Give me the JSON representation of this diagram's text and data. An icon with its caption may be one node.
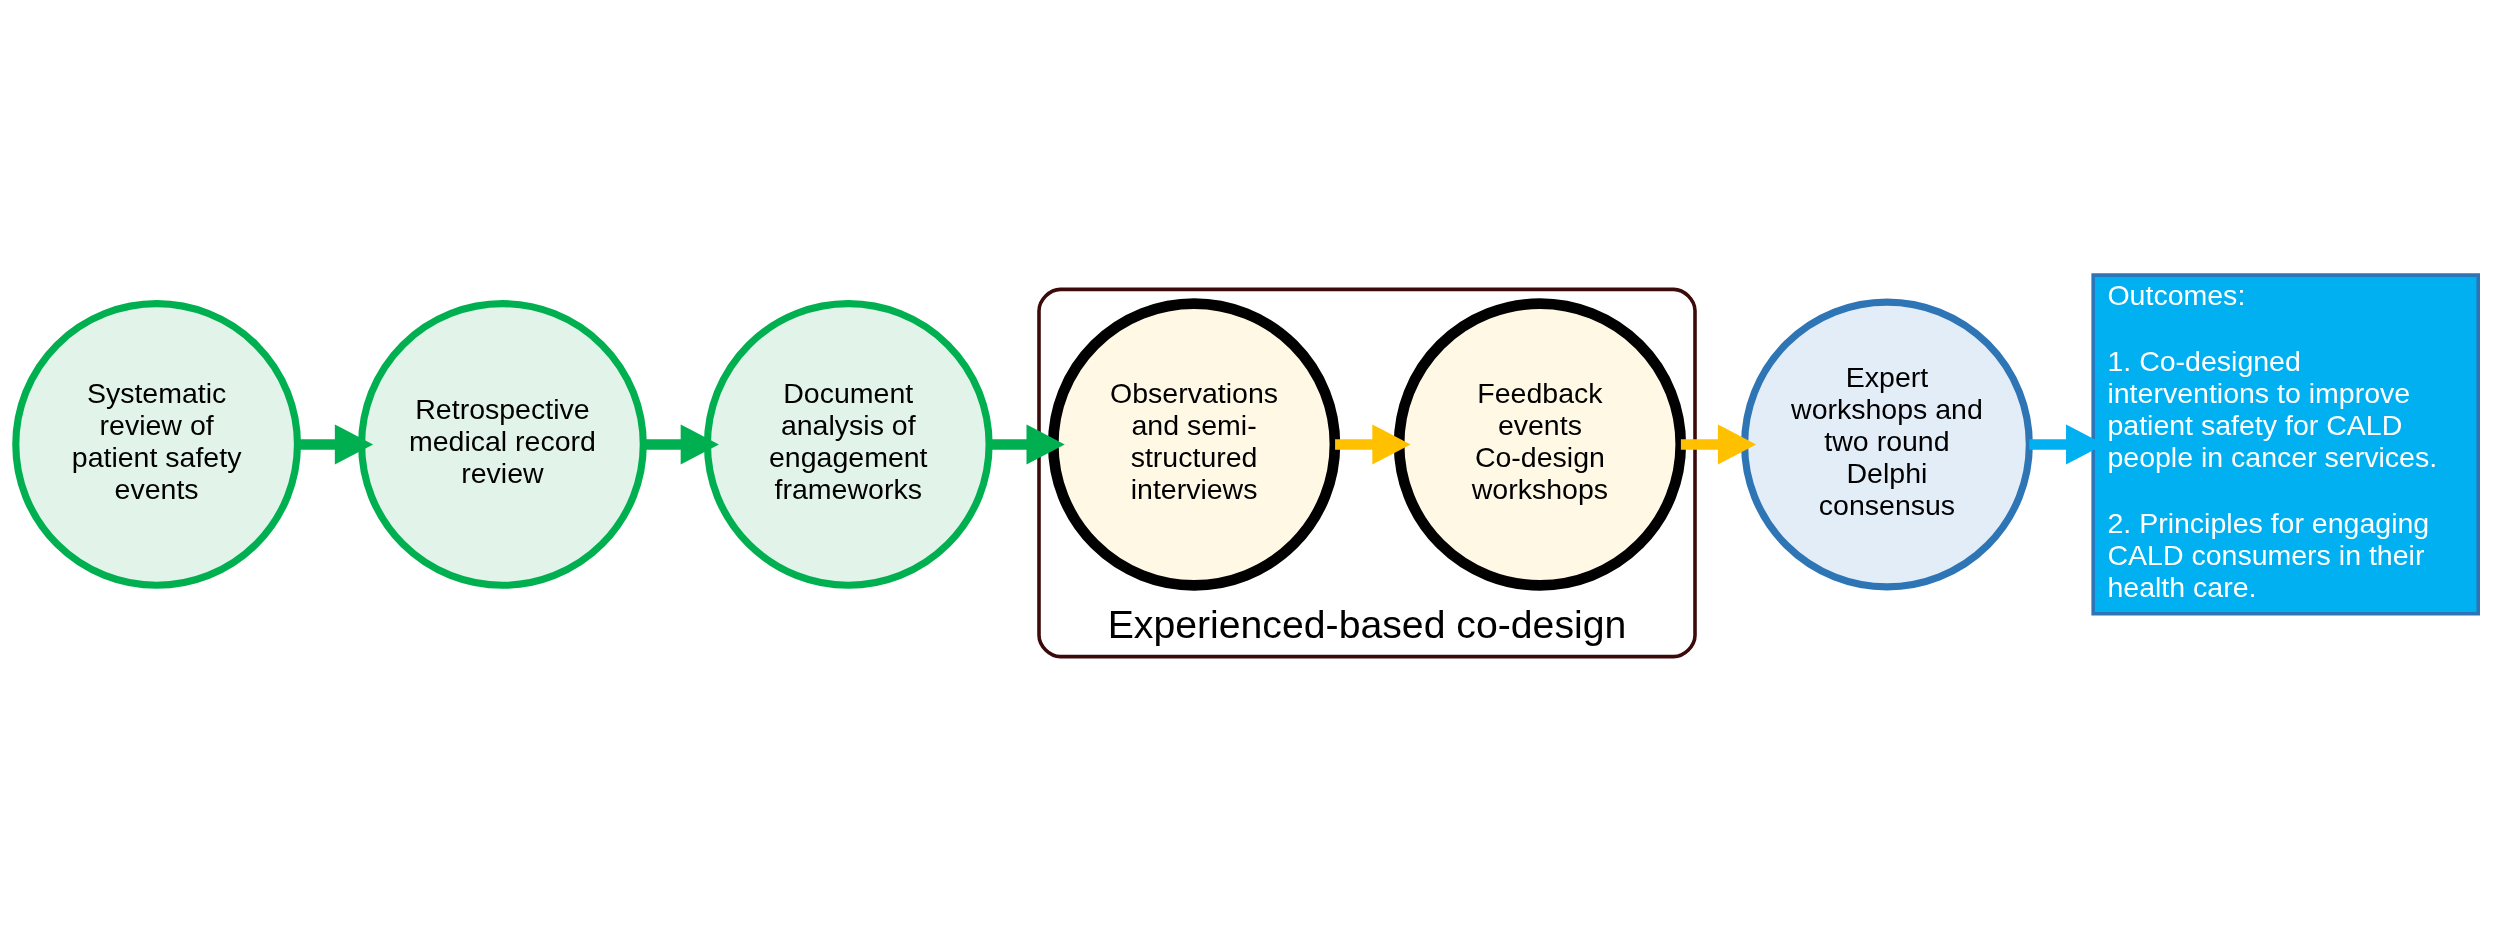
{
  "diagram": {
    "nodes": [
      {
        "text": [
          "Systematic review of patient safety events"
        ]
      },
      {
        "text": [
          "Retrospective medical record review"
        ]
      },
      {
        "text": [
          "Document analysis of engagement frameworks"
        ]
      },
      {
        "text": [
          "Experienced-based co-design"
        ]
      },
      {
        "text": [
          "Observations and semi-structured interviews"
        ],
        "in": 3
      },
      {
        "text": [
          "Feedback events",
          "Co-design workshops"
        ],
        "in": 3
      },
      {
        "text": [
          "Expert workshops and two round Delphi consensus"
        ]
      },
      {
        "text": [
          "Outcomes:",
          "1. Co-designed interventions to improve patient safety for CALD people in cancer services.",
          "2. Principles for engaging CALD consumers in their health care."
        ]
      }
    ],
    "edges": [
      {
        "from": 0,
        "to": 1,
        "arrow": "to"
      },
      {
        "from": 1,
        "to": 2,
        "arrow": "to"
      },
      {
        "from": 2,
        "to": 4,
        "arrow": "to"
      },
      {
        "from": 4,
        "to": 5,
        "arrow": "to",
        "color": "#ffc000"
      },
      {
        "from": 5,
        "to": 6,
        "arrow": "to",
        "color": "#ffc000"
      },
      {
        "from": 6,
        "to": 7,
        "arrow": "to",
        "color": "#00b0f0"
      }
    ]
  }
}
